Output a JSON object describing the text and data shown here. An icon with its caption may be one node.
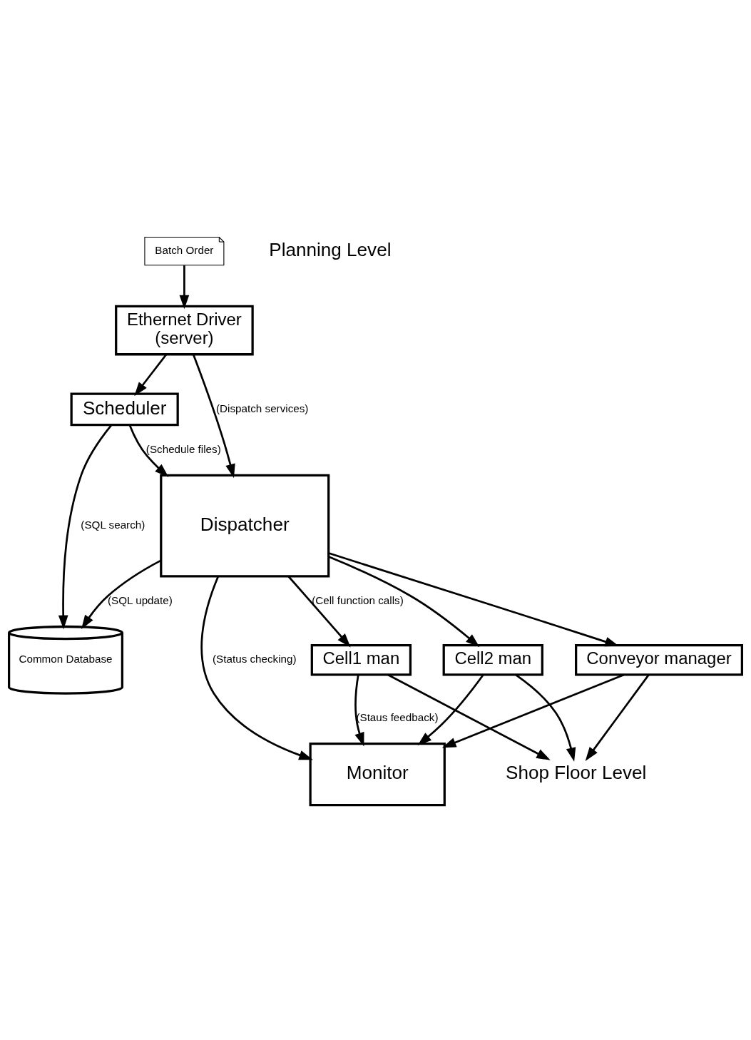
{
  "diagram": {
    "nodes": [
      {
        "text": [
          "Batch Order"
        ]
      },
      {
        "text": [
          "Ethernet Driver",
          "(server)"
        ]
      },
      {
        "text": [
          "Scheduler"
        ]
      },
      {
        "text": [
          "Common Database"
        ]
      },
      {
        "text": [
          "Dispatcher"
        ]
      },
      {
        "text": [
          "Monitor"
        ]
      },
      {
        "text": [
          "Cell1 man"
        ]
      },
      {
        "text": [
          "Cell2 man"
        ]
      },
      {
        "text": [
          "Conveyor manager"
        ]
      },
      {
        "text": [
          "Shop Floor Level"
        ]
      }
    ],
    "edges": [
      {
        "from": 0,
        "to": 1,
        "arrow": "to"
      },
      {
        "from": 1,
        "to": 2,
        "arrow": "to"
      },
      {
        "from": 2,
        "to": 3,
        "arrow": "to",
        "label": "(SQL search)"
      },
      {
        "from": 2,
        "to": 4,
        "arrow": "to",
        "label": "(Schedule files)"
      },
      {
        "from": 4,
        "to": 3,
        "arrow": "to",
        "label": "(SQL update)"
      },
      {
        "from": 1,
        "to": 4,
        "arrow": "to",
        "label": "(Dispatch services)"
      },
      {
        "from": 4,
        "to": 5,
        "arrow": "to",
        "label": "(Status checking)"
      },
      {
        "from": 4,
        "to": 6,
        "arrow": "to",
        "label": "(Cell function calls)"
      },
      {
        "from": 4,
        "to": 7,
        "arrow": "to"
      },
      {
        "from": 4,
        "to": 8,
        "arrow": "to"
      },
      {
        "from": 6,
        "to": 5,
        "arrow": "to",
        "label": "(Staus feedback)"
      },
      {
        "from": 7,
        "to": 5,
        "arrow": "to"
      },
      {
        "from": 8,
        "to": 5,
        "arrow": "to"
      },
      {
        "from": 6,
        "to": 9,
        "arrow": "to"
      },
      {
        "from": 7,
        "to": 9,
        "arrow": "to"
      },
      {
        "from": 8,
        "to": 9,
        "arrow": "to"
      }
    ],
    "labels": [
      "Planning Level"
    ]
  }
}
